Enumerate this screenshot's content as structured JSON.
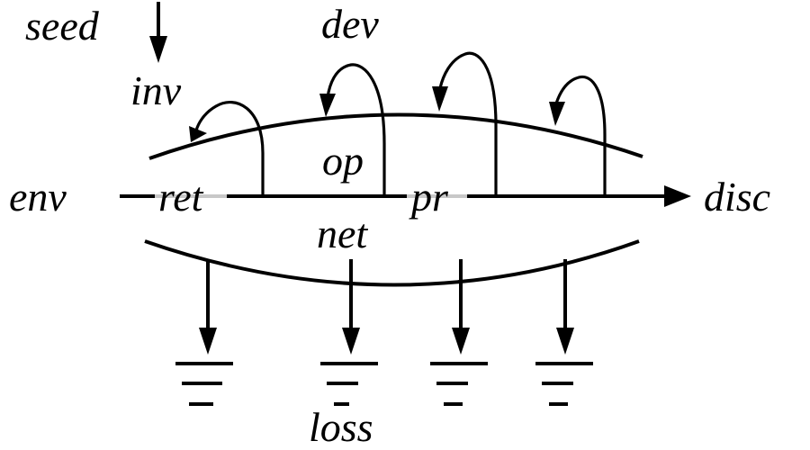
{
  "diagram": {
    "title": "",
    "labels": {
      "seed": "seed",
      "inv": "inv",
      "dev": "dev",
      "env": "env",
      "ret": "ret",
      "op": "op",
      "pr": "pr",
      "disc": "disc",
      "net": "net",
      "loss": "loss"
    },
    "colors": {
      "line": "#000000",
      "gap": "#c8c8c8",
      "background": "#ffffff"
    },
    "feedback_loops": 4,
    "ground_sinks": 4
  }
}
